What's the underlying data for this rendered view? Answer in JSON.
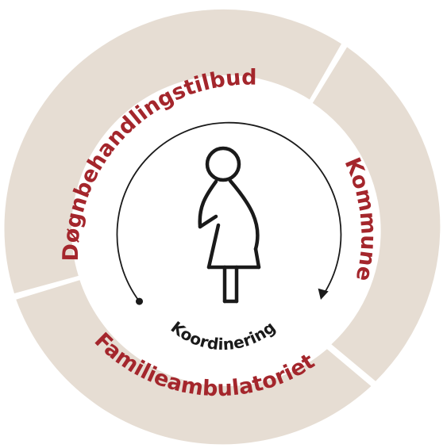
{
  "colors": {
    "ring": "#e6ddd3",
    "label": "#a4262c",
    "ink": "#1a1a1a",
    "background": "#ffffff"
  },
  "segments": {
    "dogn": "Døgnbehandlingstilbud",
    "kommune": "Kommune",
    "familie": "Familieambulatoriet"
  },
  "center": {
    "label": "Koordinering",
    "icon": "pregnant-woman-icon"
  }
}
